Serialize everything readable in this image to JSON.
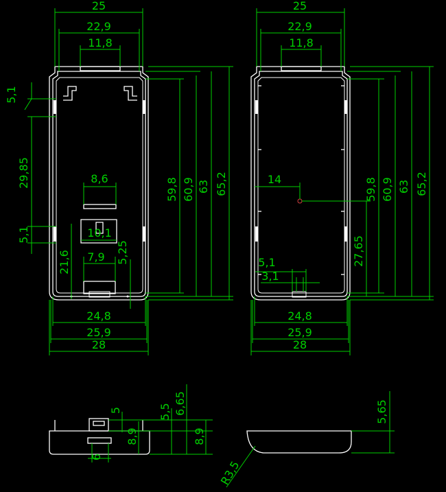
{
  "colors": {
    "background": "#000000",
    "dimension": "#00d000",
    "geometry": "#ffffff",
    "point": "#d04040"
  },
  "left_view": {
    "top": [
      "25",
      "22,9",
      "11,8"
    ],
    "bottom": [
      "24,8",
      "25,9",
      "28"
    ],
    "right": [
      "59,8",
      "60,9",
      "63",
      "65,2"
    ],
    "left": [
      "5,1",
      "29,85",
      "5,1",
      "21,6"
    ],
    "inner": [
      "8,6",
      "10,1",
      "7,9",
      "5,25"
    ]
  },
  "right_view": {
    "top": [
      "25",
      "22,9",
      "11,8"
    ],
    "bottom": [
      "24,8",
      "25,9",
      "28"
    ],
    "right": [
      "59,8",
      "60,9",
      "63",
      "65,2",
      "27,65"
    ],
    "inner": [
      "14",
      "5,1",
      "3,1"
    ]
  },
  "side_view": {
    "dims": [
      "5",
      "5,5",
      "6,65",
      "8,9",
      "8,9",
      "6"
    ]
  },
  "end_view": {
    "dims": [
      "5,65",
      "R3,5"
    ]
  }
}
